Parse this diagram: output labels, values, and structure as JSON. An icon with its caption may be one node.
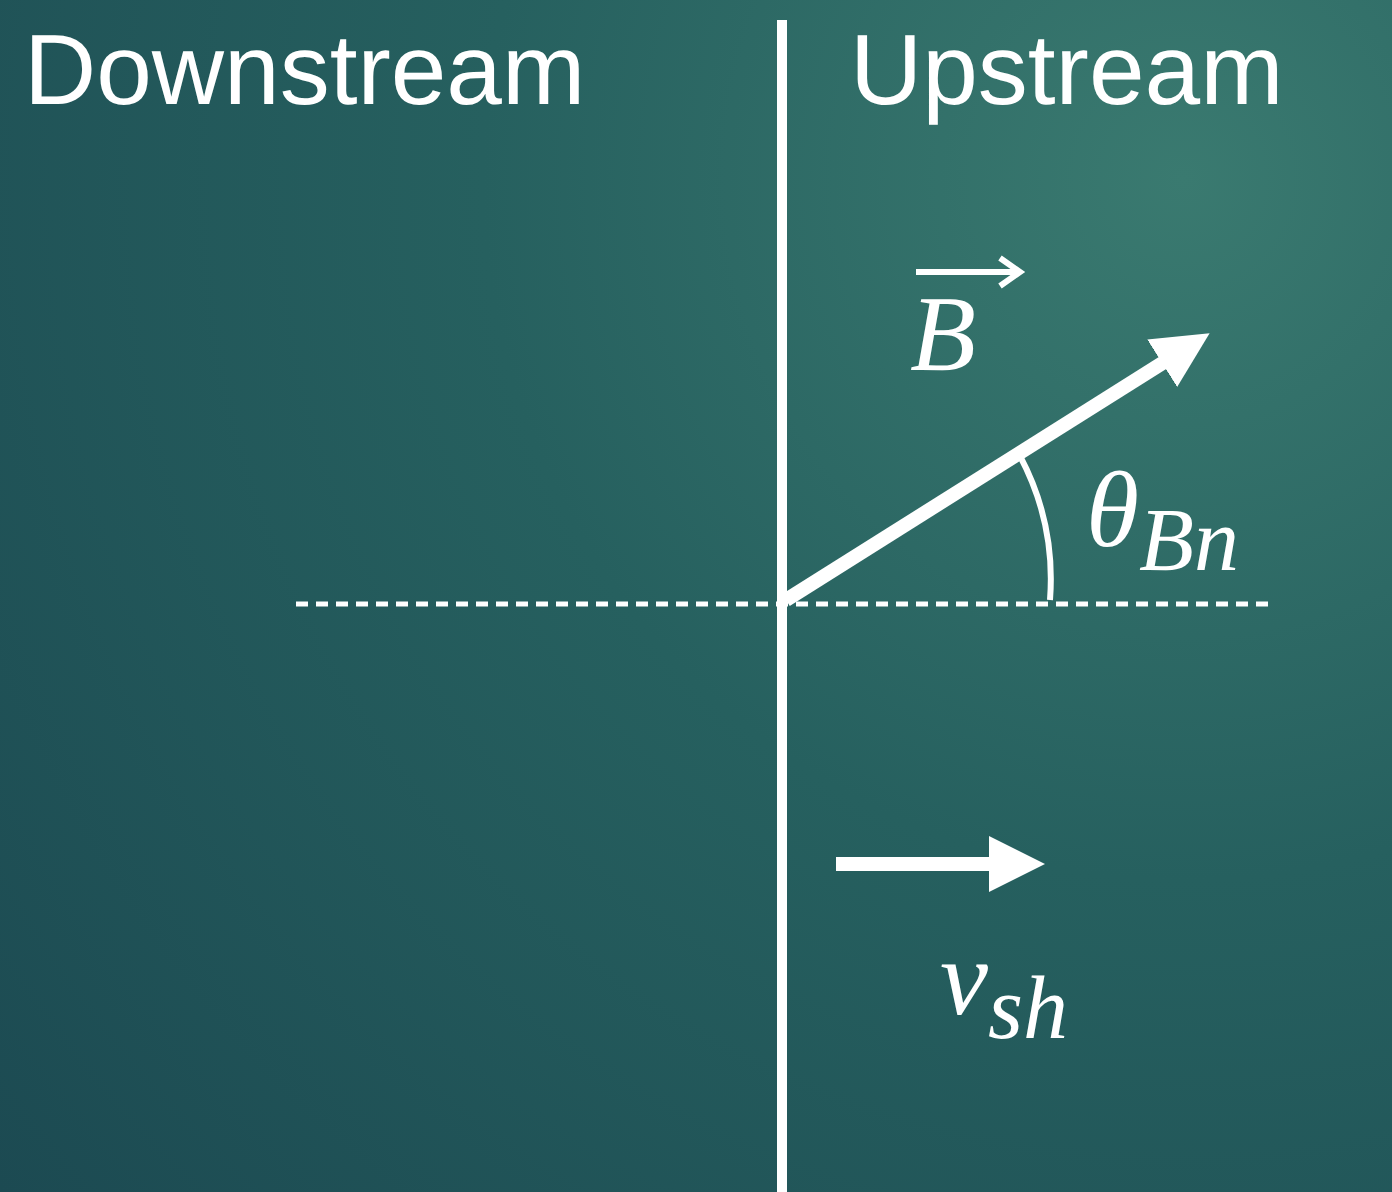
{
  "diagram": {
    "labels": [
      "Downstream",
      "Upstream",
      "B⃗",
      "θ$_{Bn}$",
      "v$_{sh}$"
    ]
  }
}
